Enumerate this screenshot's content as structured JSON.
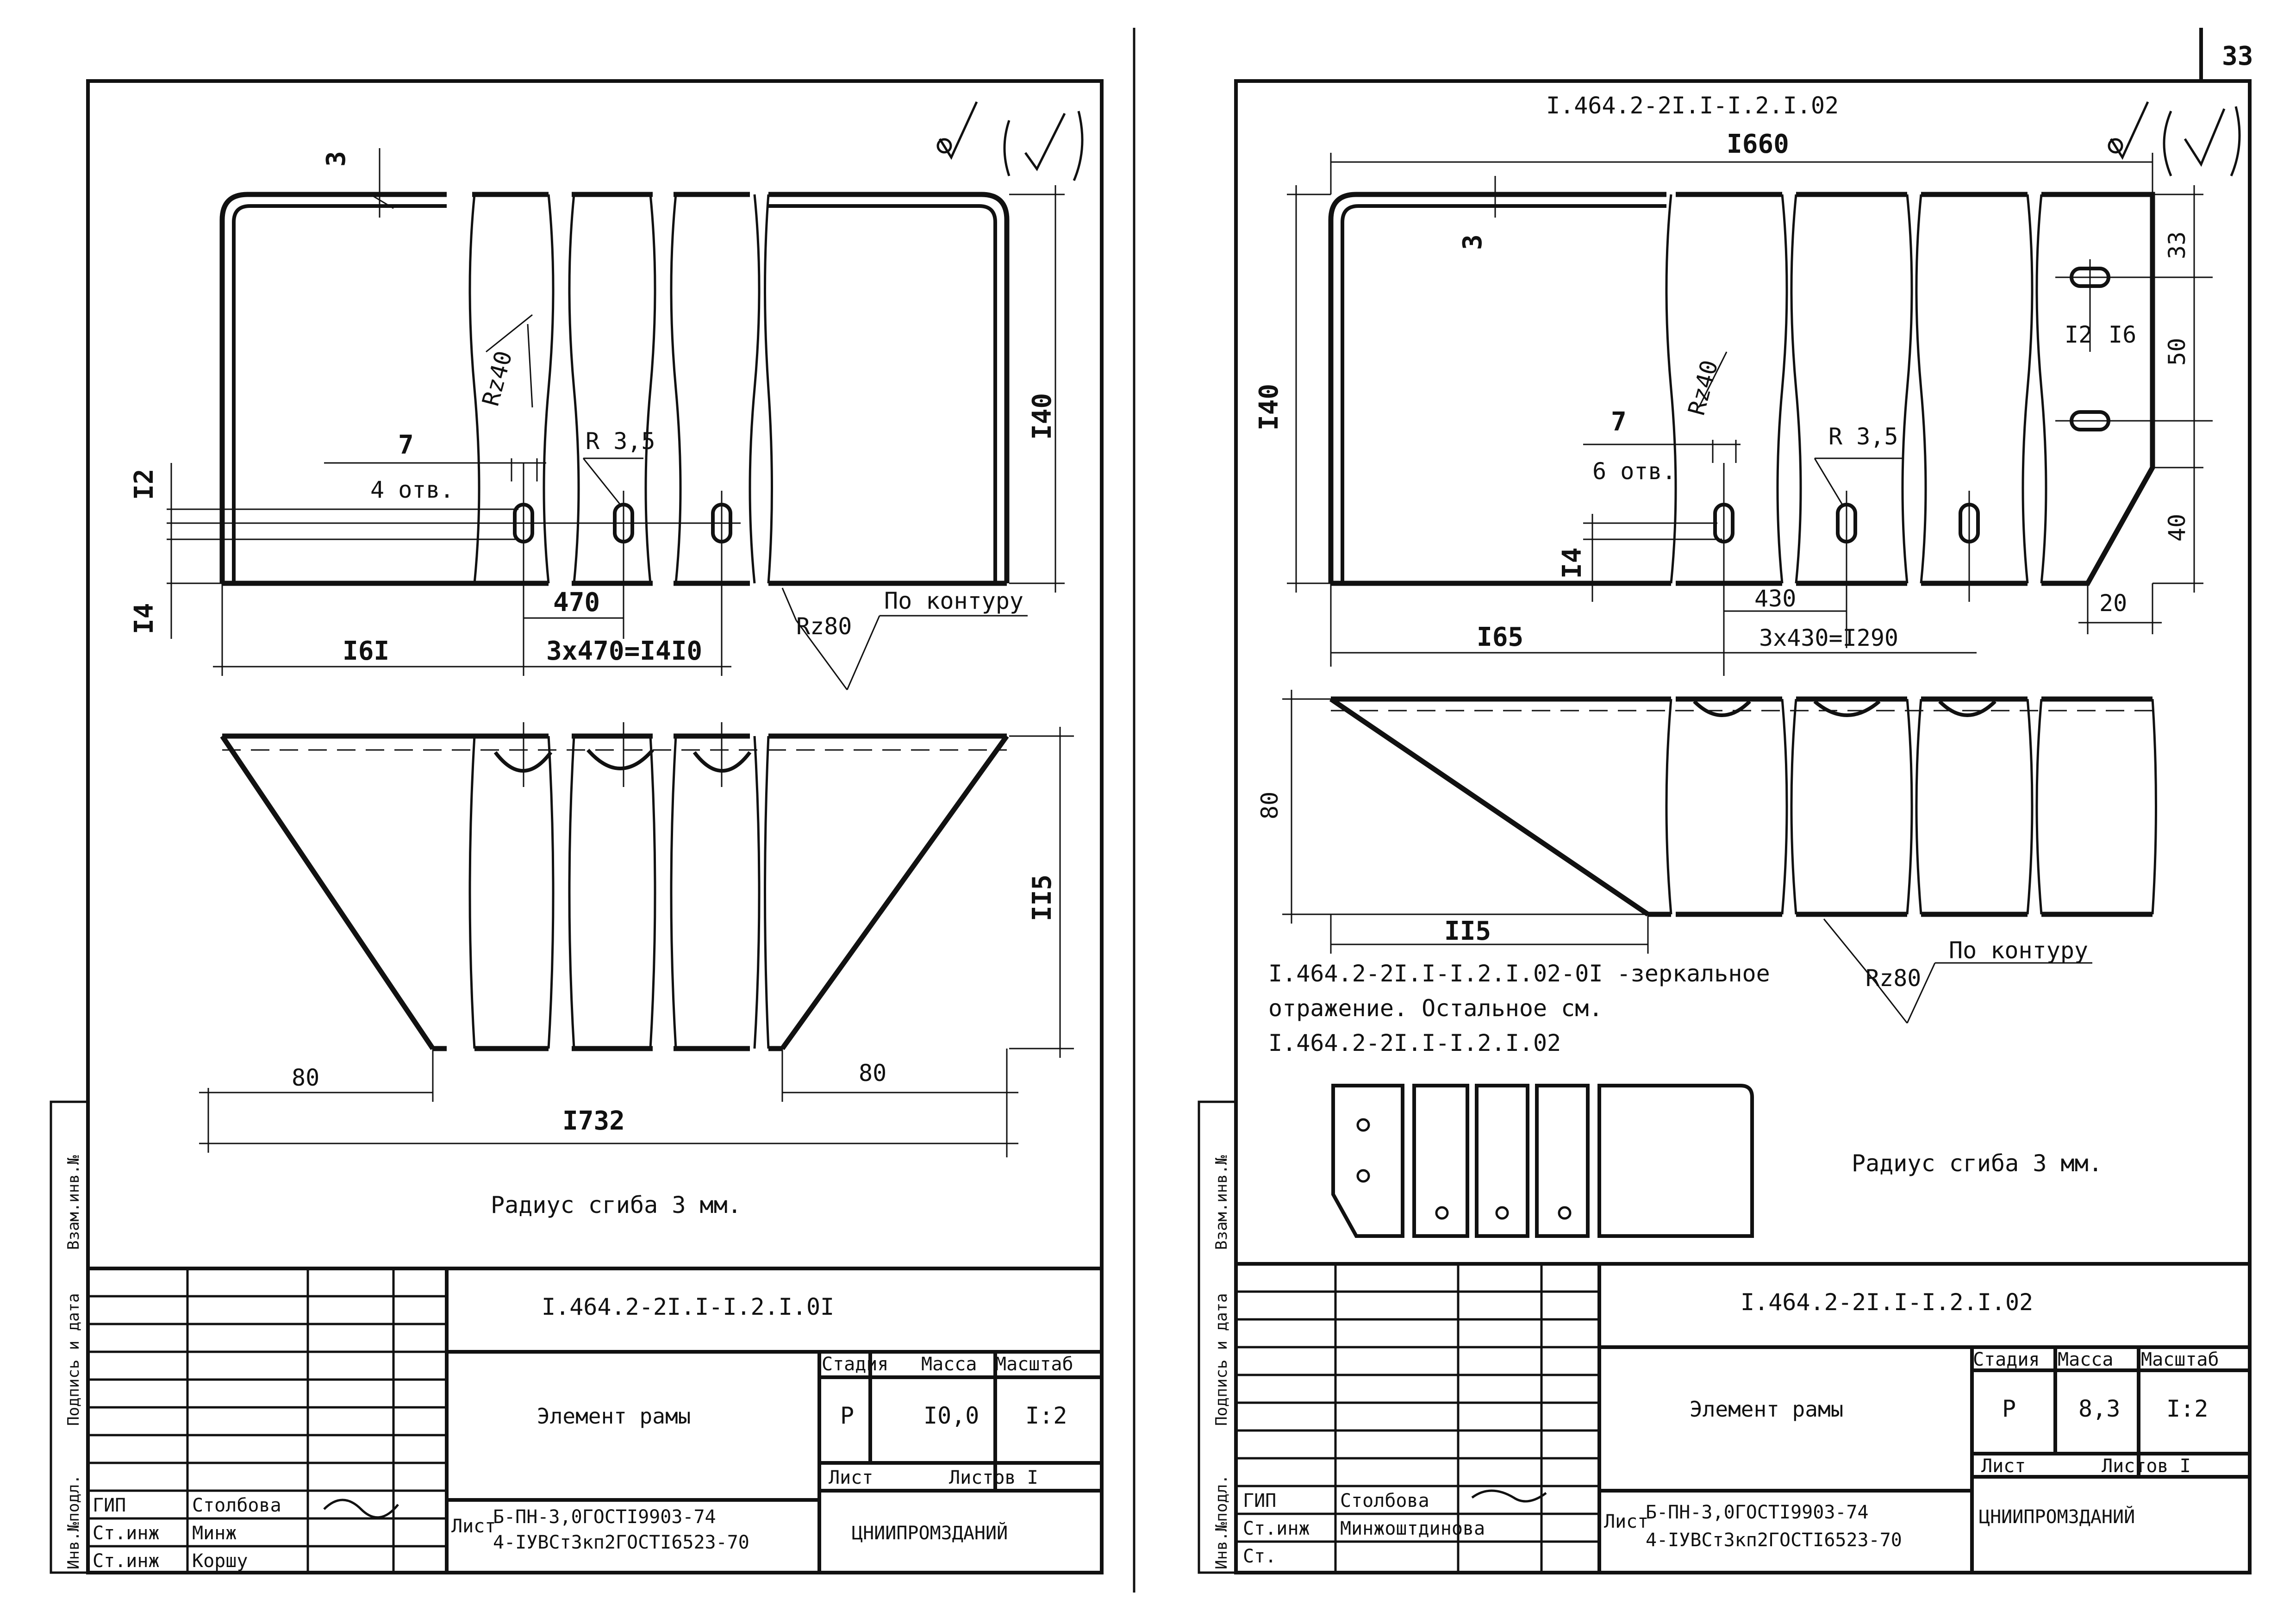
{
  "page_number": "33",
  "left_sheet": {
    "dims": {
      "thickness": "3",
      "rz40": "Rz40",
      "hole_dia": "7",
      "holes": "4 отв.",
      "r35": "R 3,5",
      "h140": "I40",
      "d12": "I2",
      "d14": "I4",
      "d470": "470",
      "d161": "I6I",
      "pitch": "3х470=I4I0",
      "rz80": "Rz80",
      "contour": "По контуру",
      "d80a": "80",
      "d80b": "80",
      "h115": "II5",
      "total": "I732"
    },
    "note": "Радиус сгиба 3 мм.",
    "title_block": {
      "designation": "I.464.2-2I.I-I.2.I.0I",
      "name": "Элемент рамы",
      "stage_label": "Стадия",
      "mass_label": "Масса",
      "scale_label": "Масштаб",
      "stage": "Р",
      "mass": "I0,0",
      "scale": "I:2",
      "sheet_label": "Лист",
      "sheets_label": "Листов I",
      "org": "ЦНИИПРОМЗДАНИЙ",
      "material_prefix": "Лист",
      "material_1": "Б-ПН-3,0ГОСТI9903-74",
      "material_2": "4-IУВСт3кп2ГОСТI6523-70",
      "roles": [
        "ГИП",
        "Ст.инж",
        "Ст.инж"
      ],
      "people": [
        "Столбова",
        "Минж",
        "Коршу"
      ]
    }
  },
  "right_sheet": {
    "code_top": "I.464.2-2I.I-I.2.I.02",
    "dims": {
      "total": "I660",
      "thickness": "3",
      "h140": "I40",
      "rz40": "Rz40",
      "hole_dia": "7",
      "holes": "6 отв.",
      "r35": "R 3,5",
      "d12": "I2",
      "d16": "I6",
      "d33": "33",
      "d50": "50",
      "d40": "40",
      "d14": "I4",
      "d430": "430",
      "d20": "20",
      "d165": "I65",
      "pitch": "3х430=I290",
      "d80": "80",
      "d115": "II5",
      "rz80": "Rz80",
      "contour": "По контуру"
    },
    "mirror_note": [
      "I.464.2-2I.I-I.2.I.02-0I -зеркальное",
      "отражение. Остальное см.",
      "I.464.2-2I.I-I.2.I.02"
    ],
    "note": "Радиус сгиба 3 мм.",
    "title_block": {
      "designation": "I.464.2-2I.I-I.2.I.02",
      "name": "Элемент рамы",
      "stage_label": "Стадия",
      "mass_label": "Масса",
      "scale_label": "Масштаб",
      "stage": "Р",
      "mass": "8,3",
      "scale": "I:2",
      "sheet_label": "Лист",
      "sheets_label": "Листов I",
      "org": "ЦНИИПРОМЗДАНИЙ",
      "material_prefix": "Лист",
      "material_1": "Б-ПН-3,0ГОСТI9903-74",
      "material_2": "4-IУВСт3кп2ГОСТI6523-70",
      "roles": [
        "ГИП",
        "Ст.инж",
        "Ст."
      ],
      "people": [
        "Столбова",
        "Минжоштдинова",
        ""
      ]
    }
  },
  "side_stamp": [
    "Инв.№подл.",
    "Подпись и дата",
    "Взам.инв.№"
  ]
}
